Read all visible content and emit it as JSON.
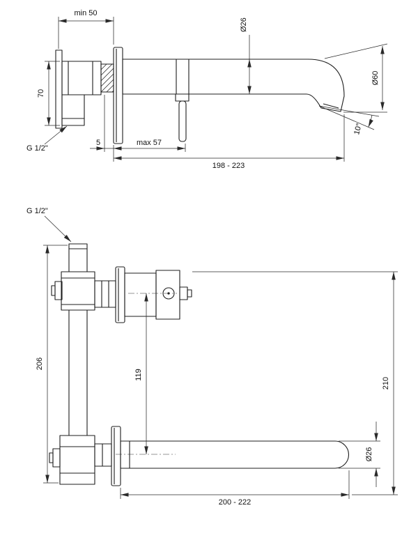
{
  "drawing": {
    "side_view": {
      "min_wall_depth": "min 50",
      "body_height": "70",
      "thread_size": "G 1/2\"",
      "plate_offset": "5",
      "max_wall_depth": "max 57",
      "spout_reach_range": "198 - 223",
      "spout_diameter": "Ø26",
      "escutcheon_diameter": "Ø60",
      "outlet_angle": "10°"
    },
    "plan_view": {
      "thread_size": "G 1/2\"",
      "body_length": "206",
      "handle_to_spout": "119",
      "overall_length": "210",
      "spout_diameter": "Ø26",
      "spout_reach_range": "200 - 222"
    }
  },
  "colors": {
    "object_line": "#1d1d1d",
    "dimension_line": "#2a2a2a",
    "background": "#ffffff"
  }
}
